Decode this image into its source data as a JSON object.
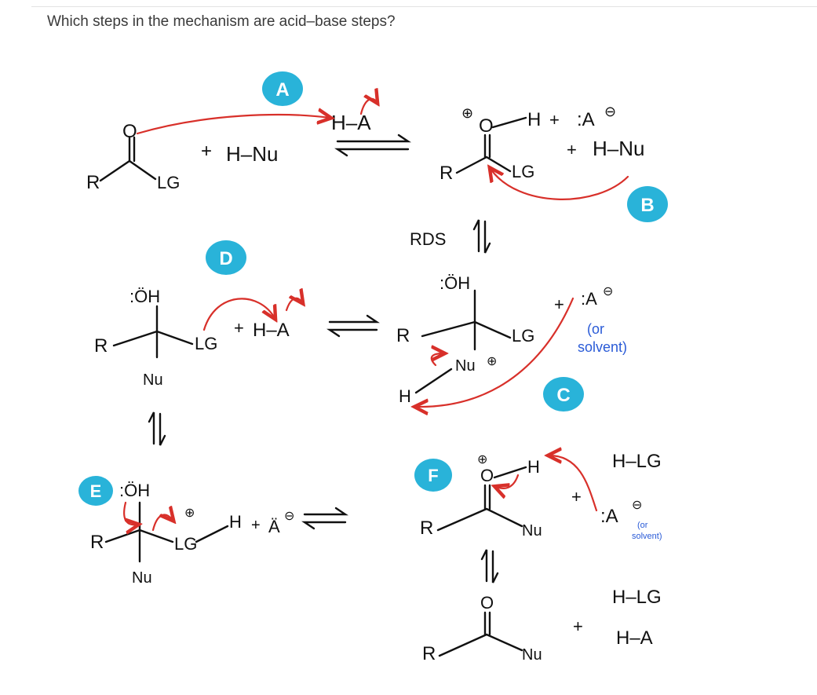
{
  "question": "Which steps in the mechanism are acid–base steps?",
  "colors": {
    "arrow": "#d8302a",
    "badge": "#29b3d9",
    "note": "#2a5bd7"
  },
  "labels": {
    "A": "A",
    "B": "B",
    "C": "C",
    "D": "D",
    "E": "E",
    "F": "F"
  },
  "text": {
    "R": "R",
    "LG": "LG",
    "HA": "H–A",
    "HNu": "H–Nu",
    "plus": "+",
    "Aminus": ":A",
    "Nu": "Nu",
    "OH": ":ÖH",
    "O": "O",
    "H": "H",
    "RDS": "RDS",
    "or_solvent_1": "(or",
    "or_solvent_2": "solvent)",
    "HLG": "H–LG",
    "HA2": "H–A",
    "small_or": "(or",
    "small_solvent": "solvent)"
  }
}
